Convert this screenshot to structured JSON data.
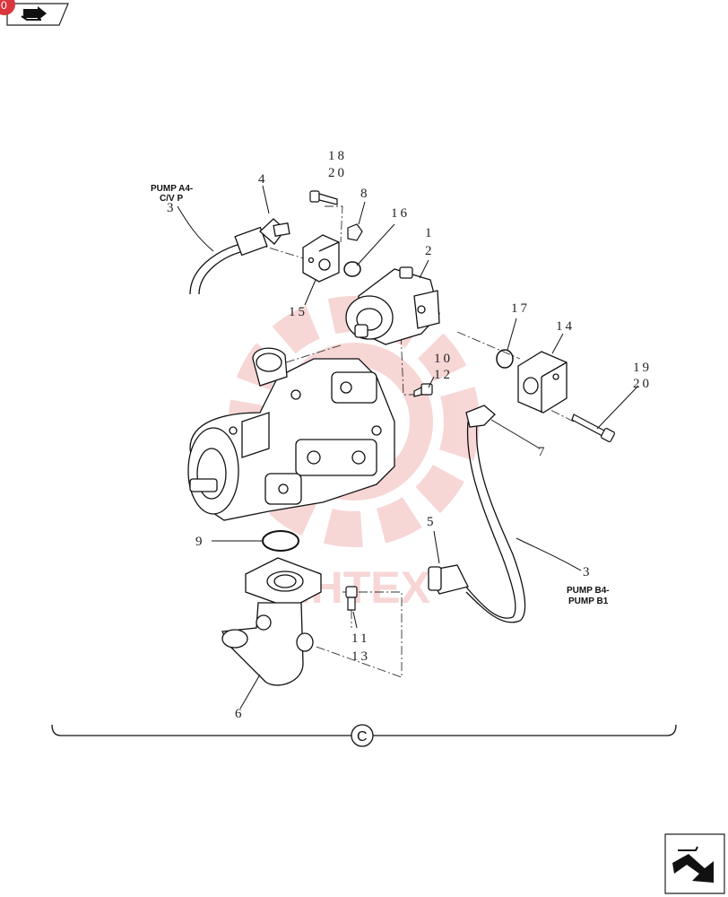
{
  "nav": {
    "badge": "0",
    "prev_icon": "arrow-icon",
    "next_icon": "arrow-icon"
  },
  "callouts": {
    "c1": "1",
    "c2": "2",
    "c3a": "3",
    "c3b": "3",
    "c4": "4",
    "c5": "5",
    "c6": "6",
    "c7": "7",
    "c8": "8",
    "c9": "9",
    "c10": "10",
    "c11": "11",
    "c12": "12",
    "c13": "13",
    "c14": "14",
    "c15": "15",
    "c16": "16",
    "c17": "17",
    "c18": "18",
    "c19": "19",
    "c20a": "20",
    "c20b": "20"
  },
  "labels": {
    "pump_a4_line1": "PUMP A4-",
    "pump_a4_line2": "C/V P",
    "pump_b4_line1": "PUMP B4-",
    "pump_b4_line2": "PUMP B1"
  },
  "section_marker": "C",
  "watermark": "MHTEX",
  "colors": {
    "line": "#111111",
    "watermark": "#f2b6b6",
    "badge": "#d9363e"
  }
}
